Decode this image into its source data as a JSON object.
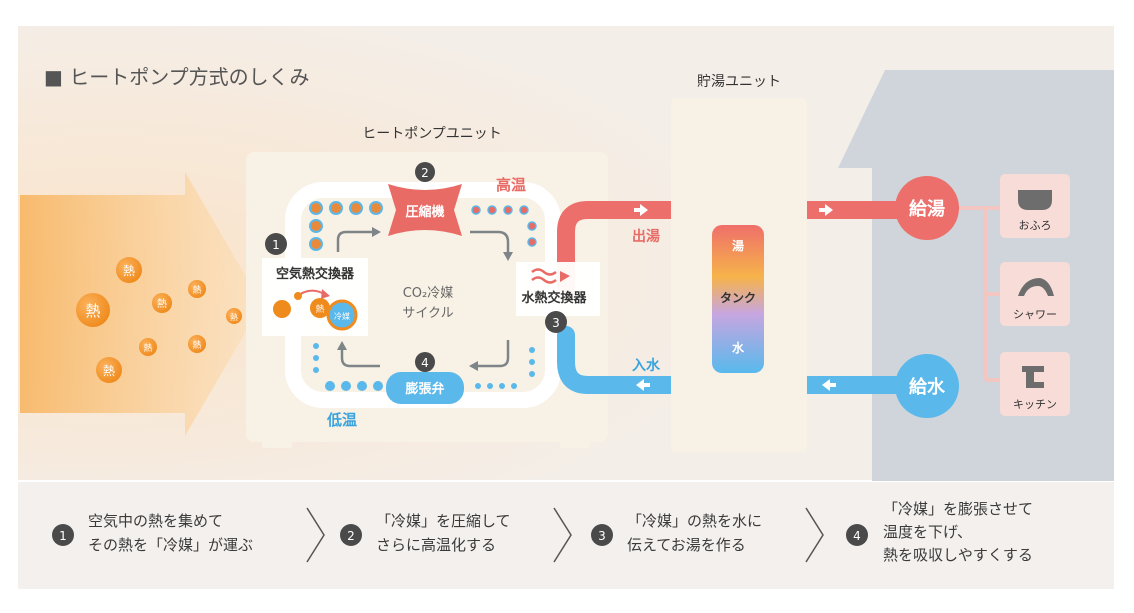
{
  "title": "■ ヒートポンプ方式のしくみ",
  "units": {
    "heat_pump": "ヒートポンプユニット",
    "storage": "貯湯ユニット"
  },
  "heat_label": "熱",
  "heat_pump": {
    "step1_num": "1",
    "air_exchanger": "空気熱交換器",
    "refrigerant_ball": "冷媒",
    "step2_num": "2",
    "compressor": "圧縮機",
    "high_temp": "高温",
    "co2_line1": "CO₂冷媒",
    "co2_line2": "サイクル",
    "water_exchanger": "水熱交換器",
    "step3_num": "3",
    "step4_num": "4",
    "expansion_valve": "膨張弁",
    "low_temp": "低温"
  },
  "pipes": {
    "hot_out": "出湯",
    "water_in": "入水"
  },
  "tank": {
    "hot": "湯",
    "tank": "タンク",
    "water": "水"
  },
  "house": {
    "hot_supply": "給湯",
    "water_supply": "給水",
    "fixtures": [
      "おふろ",
      "シャワー",
      "キッチン"
    ]
  },
  "steps": [
    {
      "num": "1",
      "lines": [
        "空気中の熱を集めて",
        "その熱を「冷媒」が運ぶ"
      ]
    },
    {
      "num": "2",
      "lines": [
        "「冷媒」を圧縮して",
        "さらに高温化する"
      ]
    },
    {
      "num": "3",
      "lines": [
        "「冷媒」の熱を水に",
        "伝えてお湯を作る"
      ]
    },
    {
      "num": "4",
      "lines": [
        "「冷媒」を膨張させて",
        "温度を下げ、",
        "熱を吸収しやすくする"
      ]
    }
  ],
  "colors": {
    "hot": "#ec6f6c",
    "cold": "#5bb8ea",
    "unit_bg": "#f8f1e5",
    "house": "#d0d5dc",
    "heat_orange": "#f08b1f"
  }
}
